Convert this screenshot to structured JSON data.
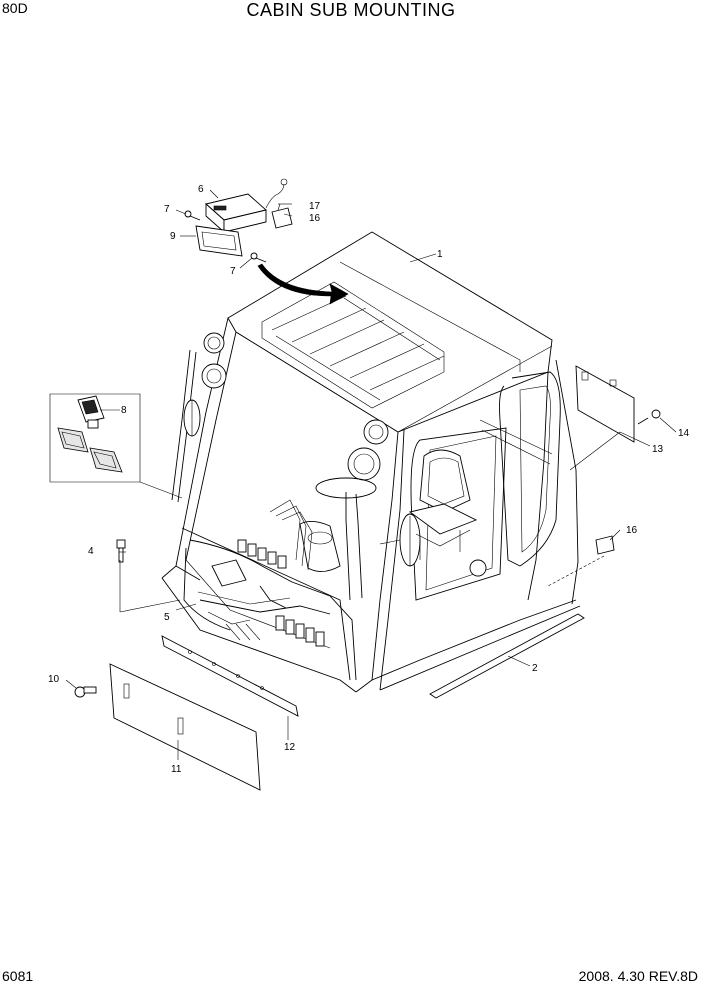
{
  "header": {
    "model": "80D",
    "title": "CABIN SUB MOUNTING"
  },
  "footer": {
    "page_number": "6081",
    "date_rev": "2008. 4.30  REV.8D"
  },
  "callouts": {
    "c1": "1",
    "c2": "2",
    "c4": "4",
    "c5": "5",
    "c6": "6",
    "c7a": "7",
    "c7b": "7",
    "c8": "8",
    "c9": "9",
    "c10": "10",
    "c11": "11",
    "c12": "12",
    "c13": "13",
    "c14": "14",
    "c16a": "16",
    "c16b": "16",
    "c17": "17"
  }
}
